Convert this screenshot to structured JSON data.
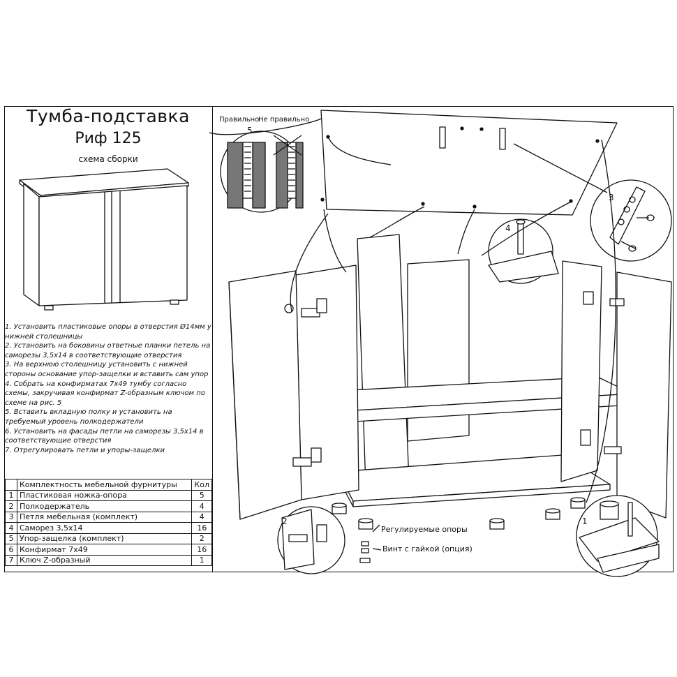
{
  "title": {
    "line1": "Тумба-подставка",
    "line2": "Риф 125",
    "line3": "схема сборки"
  },
  "instructions": [
    "1. Установить пластиковые опоры в отверстия Ø14мм у нижней столешницы",
    "2. Установить на боковины ответные планки петель на саморезы 3,5х14 в соответствующие отверстия",
    "3. На верхнюю столешницу установить с нижней стороны основание упор-защелки и вставить сам упор",
    "4. Собрать на конфирматах 7х49 тумбу согласно схемы, закручивая конфирмат Z-образным ключом по схеме на рис. 5",
    "5. Вставить вкладную полку и установить на требуемый уровень полкодержатели",
    "6. Установить на фасады петли на саморезы 3,5х14 в соответствующие отверстия",
    "7. Отрегулировать петли и упоры-защелки"
  ],
  "parts_table": {
    "header_name": "Комплектность мебельной фурнитуры",
    "header_qty": "Кол",
    "rows": [
      {
        "n": "1",
        "name": "Пластиковая ножка-опора",
        "qty": "5"
      },
      {
        "n": "2",
        "name": "Полкодержатель",
        "qty": "4"
      },
      {
        "n": "3",
        "name": "Петля мебельная (комплект)",
        "qty": "4"
      },
      {
        "n": "4",
        "name": "Саморез 3,5х14",
        "qty": "16"
      },
      {
        "n": "5",
        "name": "Упор-защелка (комплект)",
        "qty": "2"
      },
      {
        "n": "6",
        "name": "Конфирмат 7х49",
        "qty": "16"
      },
      {
        "n": "7",
        "name": "Ключ Z-образный",
        "qty": "1"
      }
    ]
  },
  "callouts": {
    "correct": "Правильно",
    "incorrect": "Не правильно",
    "fig1": "1",
    "fig2": "2",
    "fig3": "3",
    "fig4": "4",
    "fig5": "5",
    "adjustable_feet": "Регулируемые опоры",
    "screw_with_nut": "Винт с гайкой (опция)"
  }
}
